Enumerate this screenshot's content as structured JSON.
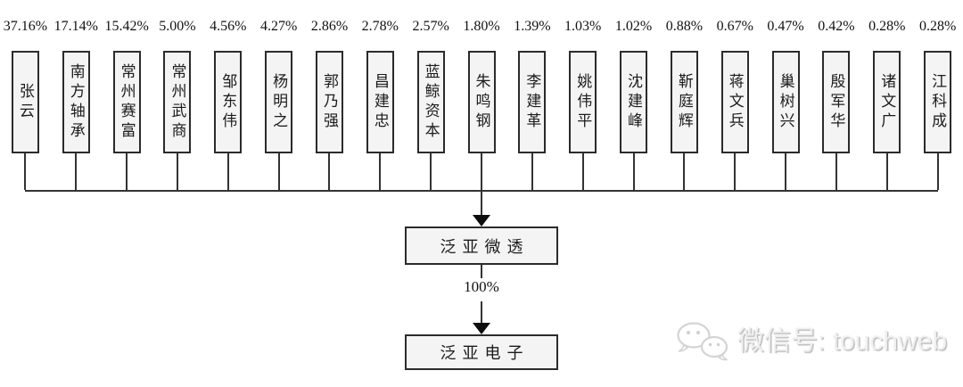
{
  "diagram": {
    "shareholders": [
      {
        "name": "张云",
        "pct": "37.16%"
      },
      {
        "name": "南方轴承",
        "pct": "17.14%"
      },
      {
        "name": "常州赛富",
        "pct": "15.42%"
      },
      {
        "name": "常州武商",
        "pct": "5.00%"
      },
      {
        "name": "邹东伟",
        "pct": "4.56%"
      },
      {
        "name": "杨明之",
        "pct": "4.27%"
      },
      {
        "name": "郭乃强",
        "pct": "2.86%"
      },
      {
        "name": "昌建忠",
        "pct": "2.78%"
      },
      {
        "name": "蓝鲸资本",
        "pct": "2.57%"
      },
      {
        "name": "朱鸣钢",
        "pct": "1.80%"
      },
      {
        "name": "李建革",
        "pct": "1.39%"
      },
      {
        "name": "姚伟平",
        "pct": "1.03%"
      },
      {
        "name": "沈建峰",
        "pct": "1.02%"
      },
      {
        "name": "靳庭辉",
        "pct": "0.88%"
      },
      {
        "name": "蒋文兵",
        "pct": "0.67%"
      },
      {
        "name": "巢树兴",
        "pct": "0.47%"
      },
      {
        "name": "殷军华",
        "pct": "0.42%"
      },
      {
        "name": "诸文广",
        "pct": "0.28%"
      },
      {
        "name": "江科成",
        "pct": "0.28%"
      }
    ],
    "company_mid": "泛亚微透",
    "mid_pct": "100%",
    "company_bottom": "泛亚电子"
  },
  "watermark": {
    "label": "微信号: touchweb",
    "icon": "wechat-icon"
  },
  "colors": {
    "background": "#ffffff",
    "box_fill": "#f4f4f4",
    "box_border": "#2b2b2b",
    "line": "#333333",
    "text": "#111111",
    "watermark_text": "#f0f0f0"
  }
}
